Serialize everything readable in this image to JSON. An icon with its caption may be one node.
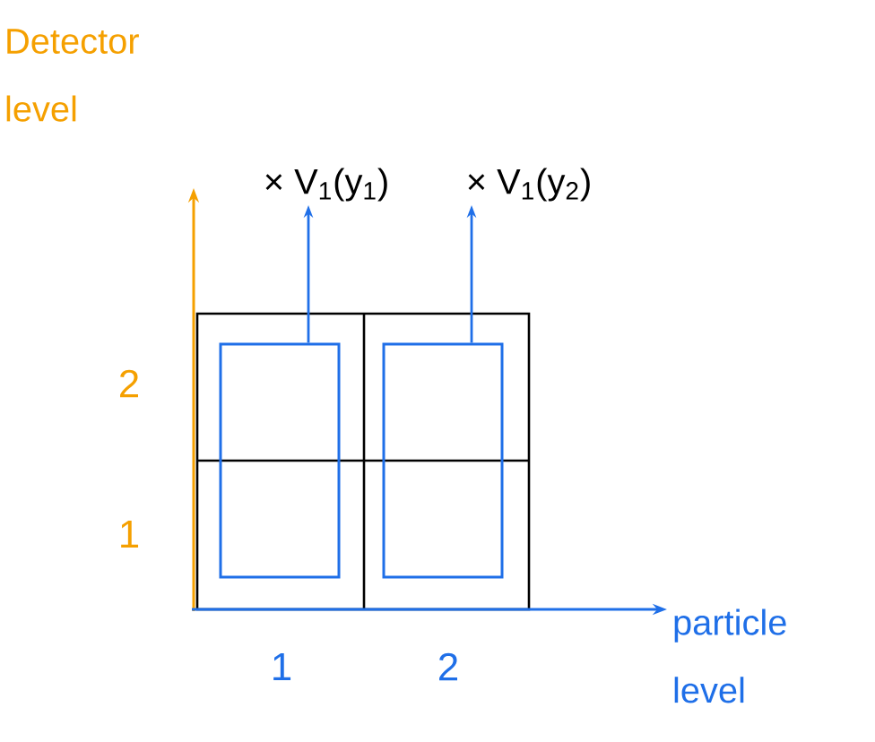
{
  "diagram": {
    "nodes": [
      {
        "text": [
          "× V$_{1}$(y$_{1}$)"
        ]
      },
      {
        "text": [
          "× V$_{1}$(y$_{2}$)"
        ]
      },
      {
        "text": [],
        "shape": "box"
      },
      {
        "text": [],
        "shape": "box"
      }
    ],
    "edges": [
      {
        "from": 2,
        "to": 0,
        "arrow": "to"
      },
      {
        "from": 3,
        "to": 1,
        "arrow": "to"
      }
    ],
    "labels": [
      "Detector level",
      "2",
      "1",
      "particle level",
      "1",
      "2"
    ]
  }
}
